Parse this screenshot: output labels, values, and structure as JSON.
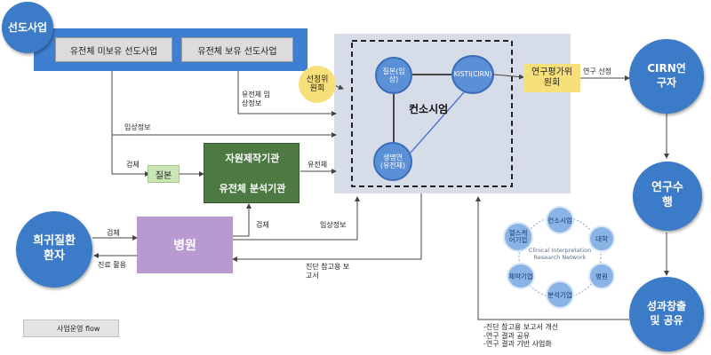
{
  "pilot": {
    "label": "선도사업",
    "no_genome": "유전체 미보유 선도사업",
    "has_genome": "유전체 보유 선도사업"
  },
  "selection_committee": "선정위원회",
  "consortium": {
    "label": "컨소시엄",
    "clinical": "질본(임상)",
    "kisti": "KISTI(CIRN)",
    "genome": "생명연(유전체)"
  },
  "evaluation_committee": "연구평가위원회",
  "sample": "질본",
  "production": {
    "line1": "자원제작기관",
    "line2": "유전체 분석기관"
  },
  "hospital": "병원",
  "patient": "희귀질환환자",
  "right_flow": {
    "cirn": "CIRN연구자",
    "research": "연구수행",
    "share": "성과창출및 공유"
  },
  "network": {
    "title": "Clinical Interpretation Research Network",
    "nodes": [
      "컨소시엄",
      "대학",
      "병원",
      "분석기업",
      "제약기업",
      "헬스케어기업"
    ]
  },
  "arrow_labels": {
    "genome_clinical": "유전체 임상정보",
    "clinical_info_1": "임상정보",
    "specimen_1": "검체",
    "genome": "유전체",
    "specimen_2": "검체",
    "clinical_info_2": "임상정보",
    "specimen_3": "검체",
    "treatment": "진료 활용",
    "diag_report": "진단 참고용 보고서",
    "research_select": "연구 선정"
  },
  "outcomes": [
    "-진단 참고용 보고서 개선",
    "-연구 결과 공유",
    "-연구 결과 기반 사업화"
  ],
  "legend": "사업운영 flow",
  "colors": {
    "pilot_band": "#3f7fd1",
    "consortium_bg": "#d7dde8",
    "committee_yellow": "#f7df7a",
    "production_green": "#4d7a43",
    "sample_green": "#c9e6b4",
    "hospital_purple": "#b89ad1",
    "circle_blue": "#3b7bc7"
  }
}
